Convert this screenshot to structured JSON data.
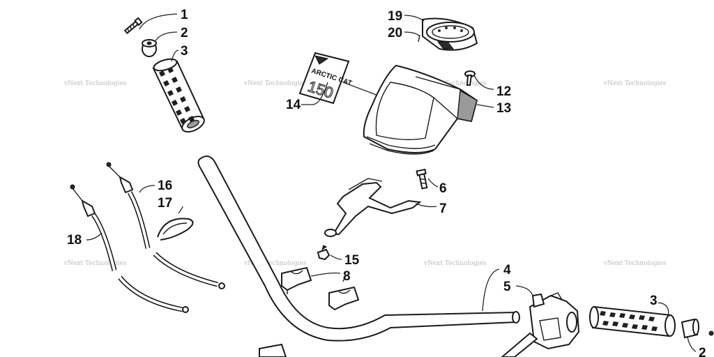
{
  "callouts": {
    "c1": "1",
    "c2": "2",
    "c3": "3",
    "c4": "4",
    "c5": "5",
    "c6": "6",
    "c7": "7",
    "c8": "8",
    "c12": "12",
    "c13": "13",
    "c14": "14",
    "c15": "15",
    "c16": "16",
    "c17": "17",
    "c18": "18",
    "c19": "19",
    "c20": "20",
    "c3b": "3",
    "c2b": "2"
  },
  "decal": {
    "brand": "ARCTIC CAT",
    "model": "150"
  },
  "watermark": {
    "text": "vNext Technologies"
  },
  "colors": {
    "ink": "#1a1a1a",
    "watermark": "#b9b9b9",
    "background": "#ffffff"
  }
}
